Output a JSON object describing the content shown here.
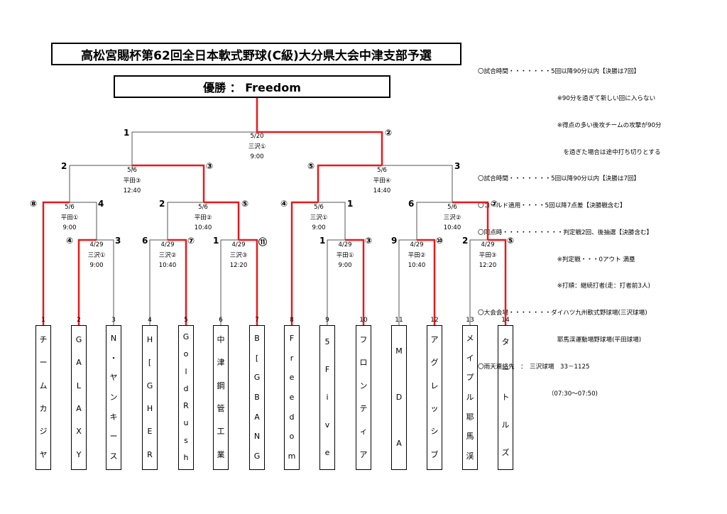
{
  "title": "高松宮賜杯第62回全日本軟式野球(C級)大分県大会中津支部予選",
  "winner": "優勝 ： Freedom",
  "notes": [
    "〇試合時間・・・・・・・5回以降90分以内【決勝は7回】",
    "　　　　　　　　　　　　　※90分を過ぎて新しい回に入らない",
    "　　　　　　　　　　　　　※得点の多い後攻チームの攻撃が90分",
    "　　　　　　　　　　　　　　を過ぎた場合は途中打ち切りとする",
    "〇試合時間・・・・・・・5回以降90分以内【決勝は7回】",
    "〇コールド適用・・・・5回以降7点差【決勝戦含む】",
    "〇同点時・・・・・・・・・・判定戦2回、後抽選【決勝含む】",
    "　　　　　　　　　　　　　※判定戦・・・0アウト 満塁",
    "　　　　　　　　　　　　　※打順：継続打者(走：打者前3人)",
    "〇大会会場・・・・・・・ダイハツ九州軟式野球場(三沢球場)",
    "　　　　　　　　　　　　　耶馬渓運動場野球場(平田球場)",
    "〇雨天連絡先　：　三沢球場　33－1125",
    "　　　　　　　　　　　　（07:30～07:50)"
  ],
  "matches": [
    {
      "date": "5/20",
      "venue": "三沢①",
      "time": "9:00"
    },
    {
      "date": "5/6",
      "venue": "平田③",
      "time": "12:40"
    },
    {
      "date": "5/6",
      "venue": "平田④",
      "time": "14:40"
    },
    {
      "date": "5/6",
      "venue": "平田①",
      "time": "9:00"
    },
    {
      "date": "5/6",
      "venue": "平田②",
      "time": "10:40"
    },
    {
      "date": "5/6",
      "venue": "三沢①",
      "time": "9:00"
    },
    {
      "date": "5/6",
      "venue": "三沢②",
      "time": "10:40"
    },
    {
      "date": "4/29",
      "venue": "三沢①",
      "time": "9:00"
    },
    {
      "date": "4/29",
      "venue": "三沢②",
      "time": "10:40"
    },
    {
      "date": "4/29",
      "venue": "三沢③",
      "time": "12:20"
    },
    {
      "date": "4/29",
      "venue": "平田①",
      "time": "9:00"
    },
    {
      "date": "4/29",
      "venue": "平田②",
      "time": "10:40"
    },
    {
      "date": "4/29",
      "venue": "平田③",
      "time": "12:20"
    }
  ],
  "scores": {
    "final_l": "1",
    "final_r": "②",
    "sf_l_l": "2",
    "sf_l_r": "③",
    "sf_r_l": "⑤",
    "sf_r_r": "3",
    "q1_l": "⑧",
    "q1_r": "4",
    "q2_l": "2",
    "q2_r": "⑤",
    "q3_l": "④",
    "q3_r": "1",
    "q4_l": "6",
    "q4_r": "⑦",
    "r1a_l": "④",
    "r1a_r": "3",
    "r1b_l": "6",
    "r1b_r": "⑦",
    "r1c_l": "1",
    "r1c_r": "⑪",
    "r1d_l": "1",
    "r1d_r": "③",
    "r1e_l": "9",
    "r1e_r": "⑩",
    "r1f_l": "2",
    "r1f_r": "⑤"
  },
  "teams": [
    {
      "no": "1",
      "chars": [
        "チ",
        "ー",
        "ム",
        "カ",
        "ジ",
        "ヤ"
      ]
    },
    {
      "no": "2",
      "chars": [
        "G",
        "A",
        "L",
        "A",
        "X",
        "Y"
      ]
    },
    {
      "no": "3",
      "chars": [
        "N",
        "・",
        "ヤ",
        "ン",
        "キ",
        "ー",
        "ス"
      ]
    },
    {
      "no": "4",
      "chars": [
        "H",
        "[",
        "G",
        "H",
        "E",
        "R"
      ]
    },
    {
      "no": "5",
      "chars": [
        "G",
        "o",
        "l",
        "d",
        "R",
        "u",
        "s",
        "h"
      ]
    },
    {
      "no": "6",
      "chars": [
        "中",
        "津",
        "鋼",
        "管",
        "工",
        "業"
      ]
    },
    {
      "no": "7",
      "chars": [
        "B",
        "[",
        "G",
        "B",
        "A",
        "N",
        "G"
      ]
    },
    {
      "no": "8",
      "chars": [
        "F",
        "r",
        "e",
        "e",
        "d",
        "o",
        "m"
      ]
    },
    {
      "no": "9",
      "chars": [
        "5",
        "F",
        "i",
        "v",
        "e"
      ]
    },
    {
      "no": "10",
      "chars": [
        "フ",
        "ロ",
        "ン",
        "テ",
        "ィ",
        "ア"
      ]
    },
    {
      "no": "11",
      "chars": [
        "M",
        "D",
        "A"
      ]
    },
    {
      "no": "12",
      "chars": [
        "ア",
        "グ",
        "レ",
        "ッ",
        "シ",
        "ブ"
      ]
    },
    {
      "no": "13",
      "chars": [
        "メ",
        "イ",
        "プ",
        "ル",
        "耶",
        "馬",
        "渓"
      ]
    },
    {
      "no": "14",
      "chars": [
        "タ",
        "ー",
        "ト",
        "ル",
        "ズ"
      ]
    }
  ],
  "colors": {
    "win": "#e8191d",
    "line": "#555555"
  }
}
